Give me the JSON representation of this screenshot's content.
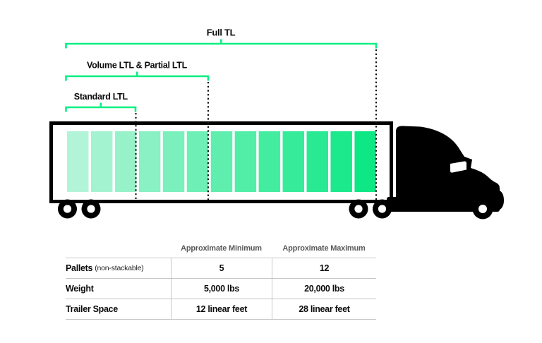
{
  "colors": {
    "accent_green": "#0bef81",
    "pallet_start": "#b2f4d7",
    "pallet_end": "#0de885",
    "truck_black": "#000000",
    "table_line": "#c6c6c6",
    "header_gray": "#58595b"
  },
  "diagram": {
    "brackets": [
      {
        "id": "full-tl",
        "label": "Full TL"
      },
      {
        "id": "volume-partial-ltl",
        "label": "Volume LTL & Partial LTL"
      },
      {
        "id": "standard-ltl",
        "label": "Standard LTL"
      }
    ],
    "pallet_count": 13,
    "illustration": "semi-truck-with-trailer"
  },
  "table": {
    "headers": [
      "Approximate Minimum",
      "Approximate Maximum"
    ],
    "rows": [
      {
        "label": "Pallets",
        "sublabel": "(non-stackable)",
        "min": "5",
        "max": "12"
      },
      {
        "label": "Weight",
        "sublabel": "",
        "min": "5,000 lbs",
        "max": "20,000 lbs"
      },
      {
        "label": "Trailer Space",
        "sublabel": "",
        "min": "12 linear feet",
        "max": "28 linear feet"
      }
    ]
  }
}
